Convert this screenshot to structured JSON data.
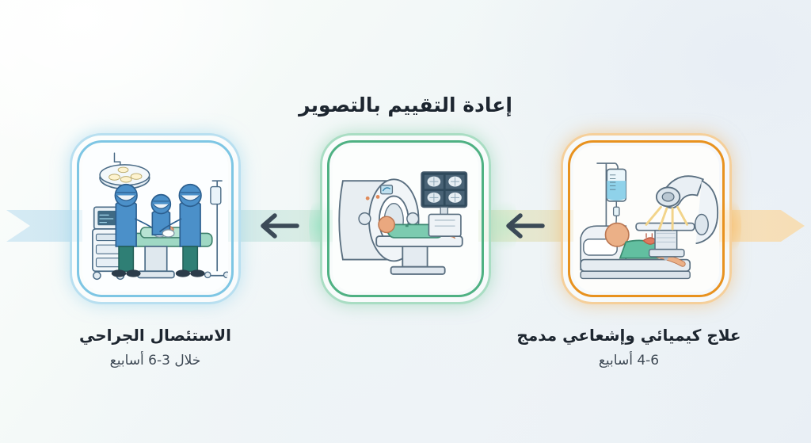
{
  "diagram": {
    "title": "إعادة التقييم بالتصوير",
    "direction": "rtl",
    "background_colors": {
      "top_left": "#fdfefc",
      "mid": "#f4f9f8",
      "bottom_right": "#e9eff5"
    },
    "flow_band": {
      "name": "treatment-flow-band",
      "gradient_start_color": "#c3e4f2",
      "gradient_mid_color": "#d5ead6",
      "gradient_end_color": "#f8dfb4",
      "arrow_color": "#3b4a57",
      "arrows": [
        {
          "name": "arrow-imaging-to-surgery",
          "direction": "left"
        },
        {
          "name": "arrow-chemorad-to-imaging",
          "direction": "left"
        }
      ]
    },
    "steps": [
      {
        "id": "surgery",
        "icon": "surgical-operation-icon",
        "accent_color": "#7ec6e4",
        "ring_color": "#b8dff0",
        "title": "الاستئصال الجراحي",
        "subtitle": "خلال 3-6 أسابيع",
        "has_caption": true
      },
      {
        "id": "imaging",
        "icon": "ct-scanner-icon",
        "accent_color": "#4fb183",
        "ring_color": "#a9ddc3",
        "title": "إعادة التقييم بالتصوير",
        "subtitle": "",
        "has_caption": false
      },
      {
        "id": "chemorad",
        "icon": "radiation-therapy-icon",
        "accent_color": "#e8921f",
        "ring_color": "#f5cf9a",
        "title": "علاج كيميائي وإشعاعي مدمج",
        "subtitle": "4-6 أسابيع",
        "has_caption": true
      }
    ]
  }
}
